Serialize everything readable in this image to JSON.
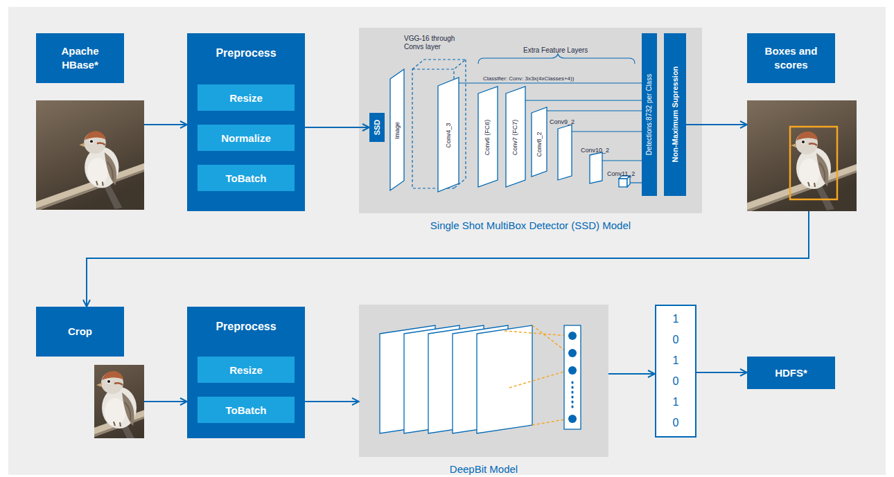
{
  "diagram": {
    "nodes": [
      {
        "text": [
          "Apache HBase*"
        ]
      },
      {
        "text": [
          "Preprocess"
        ]
      },
      {
        "text": [
          "Resize"
        ],
        "in": 1
      },
      {
        "text": [
          "Normalize"
        ],
        "in": 1
      },
      {
        "text": [
          "ToBatch"
        ],
        "in": 1
      },
      {
        "text": [
          "Single Shot MultiBox Detector (SSD) Model"
        ]
      },
      {
        "text": [
          "SSD"
        ],
        "in": 5
      },
      {
        "text": [
          "Detections:8732 per Class"
        ],
        "in": 5
      },
      {
        "text": [
          "Non-Maximum Supression"
        ],
        "in": 5
      },
      {
        "text": [
          "Boxes and scores"
        ]
      },
      {
        "text": [
          "Crop"
        ]
      },
      {
        "text": [
          "Preprocess"
        ]
      },
      {
        "text": [
          "Resize"
        ],
        "in": 11
      },
      {
        "text": [
          "ToBatch"
        ],
        "in": 11
      },
      {
        "text": [
          "DeepBit Model"
        ]
      },
      {
        "text": [
          "1 0 1 0 1 0"
        ]
      },
      {
        "text": [
          "HDFS*"
        ]
      }
    ],
    "edges": [
      {
        "from": 0,
        "to": 1,
        "arrow": "to"
      },
      {
        "from": 1,
        "to": 6,
        "arrow": "to"
      },
      {
        "from": 8,
        "to": 9,
        "arrow": "to"
      },
      {
        "from": 9,
        "to": 10,
        "arrow": "to"
      },
      {
        "from": 10,
        "to": 11,
        "arrow": "to"
      },
      {
        "from": 11,
        "to": 14,
        "arrow": "to"
      },
      {
        "from": 14,
        "to": 15,
        "arrow": "to"
      },
      {
        "from": 15,
        "to": 16,
        "arrow": "to"
      }
    ],
    "labels": [
      "VGG-16 through Convs layer",
      "Extra Feature Layers",
      "Classifier: Conv: 3x3x(4xClasses+4))",
      "Image",
      "Conv4_3",
      "Conv6 (FC6)",
      "Conv7 (FC7)",
      "Conv8_2",
      "Conv9_2",
      "Conv10_2",
      "Conv11_2"
    ]
  }
}
